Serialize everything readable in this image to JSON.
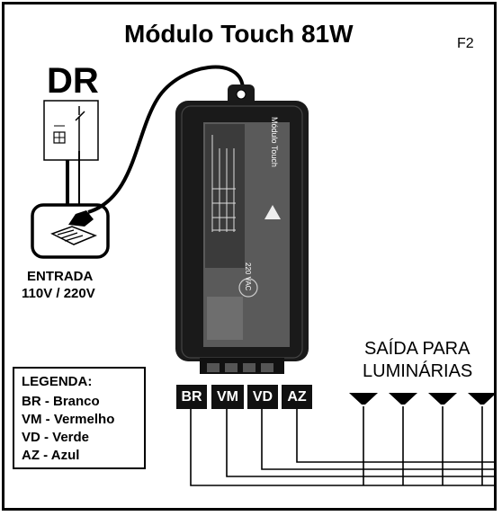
{
  "title": "Módulo Touch 81W",
  "code": "F2",
  "switch_label": "DR",
  "input": {
    "line1": "ENTRADA",
    "line2": "110V / 220V"
  },
  "output": {
    "line1": "SAÍDA PARA",
    "line2": "LUMINÁRIAS"
  },
  "legend": {
    "heading": "LEGENDA:",
    "items": [
      "BR - Branco",
      "VM - Vermelho",
      "VD - Verde",
      "AZ - Azul"
    ]
  },
  "wires": [
    "BR",
    "VM",
    "VD",
    "AZ"
  ],
  "device": {
    "label": "Módulo Touch",
    "voltage": "220 VAC"
  },
  "colors": {
    "ink": "#000000",
    "device_body": "#1a1a1a",
    "device_label": "#5a5a5a"
  }
}
